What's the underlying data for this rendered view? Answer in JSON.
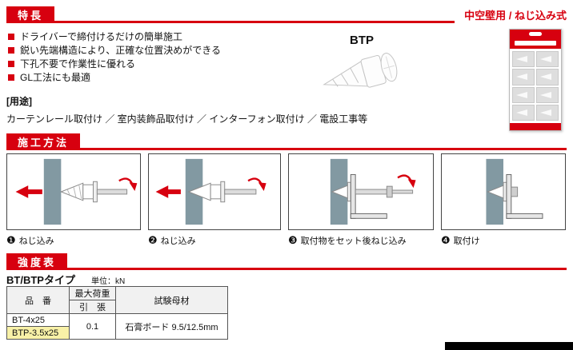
{
  "header": {
    "right_label": "中空壁用 / ねじ込み式"
  },
  "features": {
    "title": "特長",
    "bullets": [
      "ドライバーで締付けるだけの簡単施工",
      "鋭い先端構造により、正確な位置決めができる",
      "下孔不要で作業性に優れる",
      "GL工法にも最適"
    ],
    "product_label": "BTP",
    "usage_title": "[用途]",
    "usage_text": "カーテンレール取付け ／ 室内装飾品取付け ／ インターフォン取付け ／ 電設工事等"
  },
  "installation": {
    "title": "施工方法",
    "steps": [
      {
        "num": "❶",
        "label": "ねじ込み"
      },
      {
        "num": "❷",
        "label": "ねじ込み"
      },
      {
        "num": "❸",
        "label": "取付物をセット後ねじ込み"
      },
      {
        "num": "❹",
        "label": "取付け"
      }
    ]
  },
  "strength": {
    "title": "強度表",
    "type_label": "BT/BTPタイプ",
    "unit_label": "単位：kN",
    "table": {
      "headers": {
        "product": "品　番",
        "max_load": "最大荷重",
        "tension": "引　張",
        "material": "試験母材"
      },
      "products": [
        "BT-4x25",
        "BTP-3.5x25"
      ],
      "tension_value": "0.1",
      "material_value": "石膏ボード 9.5/12.5mm"
    }
  },
  "colors": {
    "accent_red": "#d7000f",
    "highlight_yellow": "#f8f1a7",
    "wall_gray": "#8299a2"
  }
}
